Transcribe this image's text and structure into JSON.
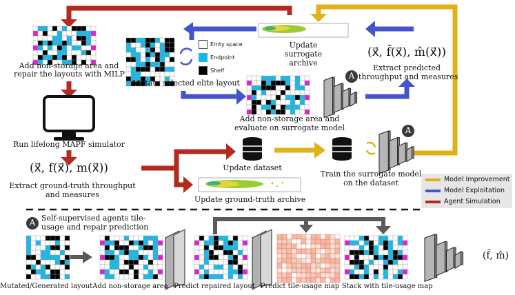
{
  "labels": {
    "add_nonstorage_milp": [
      "Add non-storage area and",
      "repair the layouts with MILP"
    ],
    "mutate_elite": "Mutate selected elite layout",
    "update_surrogate_archive": [
      "Update",
      "surrogate",
      "archive"
    ],
    "extract_predicted": [
      "Extract predicted",
      "throughput and measures"
    ],
    "predicted_formula": "(x⃗, f̂(x⃗), m̂(x⃗))",
    "add_nonstorage_eval": [
      "Add non-storage area and",
      "evaluate on surrogate model"
    ],
    "run_simulator": "Run lifelong MAPF simulator",
    "groundtruth_formula": "(x⃗, f(x⃗), m(x⃗))",
    "extract_groundtruth": [
      "Extract ground-truth throughput",
      "and measures"
    ],
    "update_dataset": "Update dataset",
    "train_surrogate": [
      "Train the surrogate model",
      "on the dataset"
    ],
    "update_gt_archive": "Update ground-truth archive",
    "selfsup": [
      "Self-supervised agents tile-",
      "usage and repair prediction"
    ],
    "mutated_generated": "Mutated/Generated layout",
    "add_nonstorage": "Add non-storage area",
    "predict_repaired": "Predict repaired layout",
    "predict_tile_usage": "Predict tile-usage map",
    "stack_tile_usage": "Stack with tile-usage map",
    "output_formula": "(f̂, m̂)",
    "agent_badge": "A"
  },
  "tile_legend": [
    {
      "label": "Emty space",
      "color": "#ffffff"
    },
    {
      "label": "Endpoint",
      "color": "#1ab8e8"
    },
    {
      "label": "Shelf",
      "color": "#000000"
    }
  ],
  "legend": [
    {
      "label": "Model Improvement",
      "color": "#e0b216"
    },
    {
      "label": "Model Exploitation",
      "color": "#4455cc"
    },
    {
      "label": "Agent Simulation",
      "color": "#b52a1f"
    }
  ],
  "colors": {
    "red": "#b52a1f",
    "blue": "#4455cc",
    "gold": "#e0b216",
    "endpoint": "#1ab8e8",
    "shelf": "#000000",
    "nonstorage": "#e020d0",
    "grey": "#5a5a5a"
  }
}
